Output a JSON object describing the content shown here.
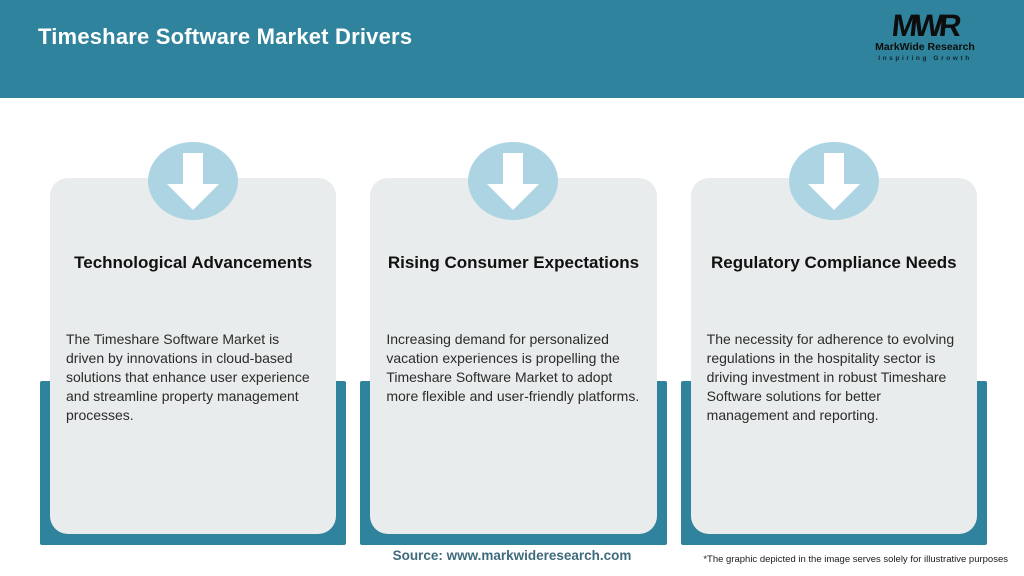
{
  "header": {
    "title": "Timeshare Software Market Drivers",
    "logo": {
      "acronym": "MWR",
      "name": "MarkWide Research",
      "tagline": "Inspiring Growth"
    }
  },
  "cards": [
    {
      "title": "Technological Advancements",
      "body": "The Timeshare Software Market is driven by innovations in cloud-based solutions that enhance user experience and streamline property management processes."
    },
    {
      "title": "Rising Consumer Expectations",
      "body": "Increasing demand for personalized vacation experiences is propelling the Timeshare Software Market to adopt more flexible and user-friendly platforms."
    },
    {
      "title": "Regulatory Compliance Needs",
      "body": "The necessity for adherence to evolving regulations in the hospitality sector is driving investment in robust Timeshare Software solutions for better management and reporting."
    }
  ],
  "footer": {
    "source": "Source: www.markwideresearch.com",
    "disclaimer": "*The graphic depicted in the image serves solely for illustrative purposes"
  },
  "colors": {
    "header_teal": "#30839C",
    "badge_blue": "#ACD4E3",
    "card_gray": "#E9ECEC",
    "source_text": "#3D6B7C",
    "title_text": "#111111"
  },
  "icons": {
    "down_arrow_icon": "white down-arrow (css stem + triangle) inside light-blue ellipse"
  }
}
